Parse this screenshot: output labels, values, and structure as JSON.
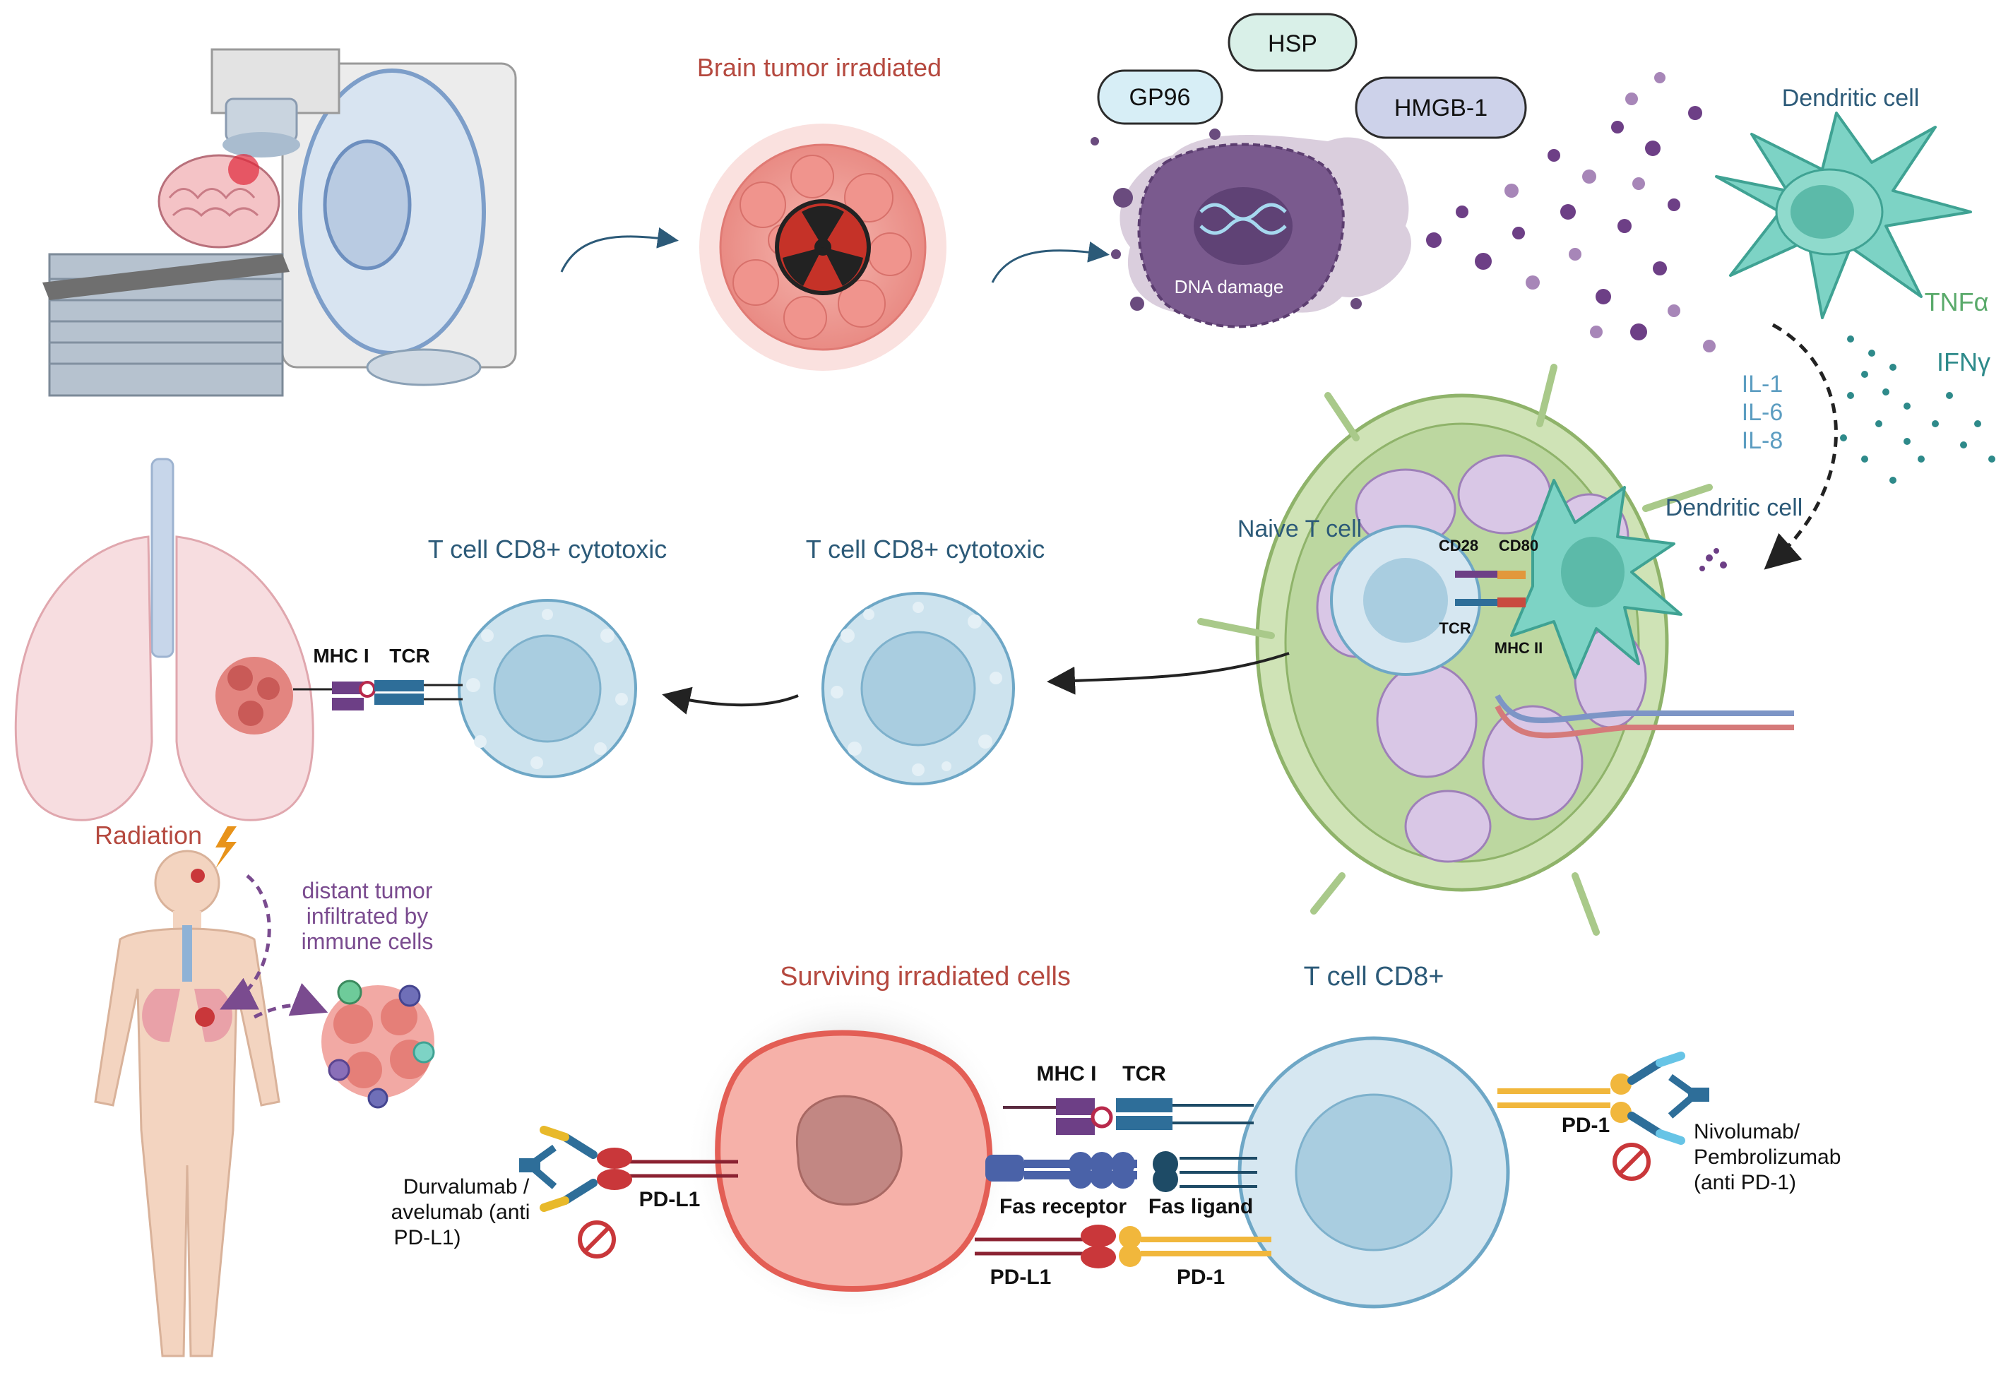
{
  "colors": {
    "title_red": "#b5493f",
    "title_blue": "#2c5a78",
    "teal": "#2e8a8a",
    "tnf_green": "#5aaa6b",
    "purple": "#7a4b8f",
    "cell_blue": "#cde3ee",
    "cell_edge": "#6ea7c6",
    "tumor_pink": "#f2a09a",
    "node_green": "#cfe3b6"
  },
  "top": {
    "brain_tumor_title": "Brain tumor irradiated",
    "dna_damage": "DNA damage",
    "hsp": "HSP",
    "gp96": "GP96",
    "hmgb1": "HMGB-1",
    "dendritic_cell_1": "Dendritic cell",
    "tnfa": "TNFα",
    "ifng": "IFNγ",
    "il1": "IL-1",
    "il6": "IL-6",
    "il8": "IL-8"
  },
  "middle": {
    "dendritic_cell_2": "Dendritic cell",
    "naive_t_cell": "Naive T cell",
    "cd28": "CD28",
    "cd80": "CD80",
    "tcr": "TCR",
    "mhc_ii": "MHC II",
    "t_cell_cd8_right": "T cell CD8+ cytotoxic",
    "t_cell_cd8_left": "T cell CD8+ cytotoxic",
    "mhc_i": "MHC I",
    "tcr_left": "TCR"
  },
  "left_bottom": {
    "radiation": "Radiation",
    "distant_line1": "distant tumor",
    "distant_line2": "infiltrated by",
    "distant_line3": "immune cells"
  },
  "bottom": {
    "surviving_title": "Surviving irradiated cells",
    "t_cell_cd8": "T cell CD8+",
    "mhc_i": "MHC I",
    "tcr": "TCR",
    "fas_receptor": "Fas receptor",
    "fas_ligand": "Fas ligand",
    "pd_l1_bottom": "PD-L1",
    "pd_1_bottom": "PD-1",
    "pd_l1_left": "PD-L1",
    "pd_1_right": "PD-1",
    "durva_line1": "Durvalumab /",
    "durva_line2": "avelumab (anti",
    "durva_line3": "PD-L1)",
    "nivo_line1": "Nivolumab/",
    "nivo_line2": "Pembrolizumab",
    "nivo_line3": "(anti PD-1)"
  }
}
